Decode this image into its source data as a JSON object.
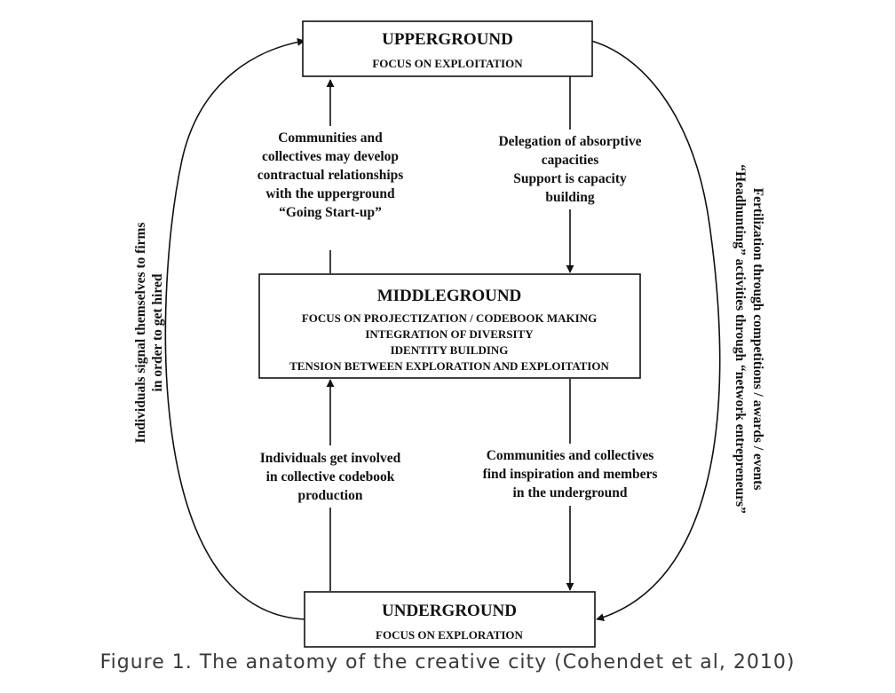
{
  "upperground": {
    "title": "UPPERGROUND",
    "subtitle": "FOCUS ON EXPLOITATION"
  },
  "middleground": {
    "title": "MIDDLEGROUND",
    "lines": [
      "FOCUS ON PROJECTIZATION / CODEBOOK MAKING",
      "INTEGRATION OF DIVERSITY",
      "IDENTITY BUILDING",
      "TENSION BETWEEN EXPLORATION AND EXPLOITATION"
    ]
  },
  "underground": {
    "title": "UNDERGROUND",
    "subtitle": "FOCUS ON EXPLORATION"
  },
  "arrows": {
    "middle_to_upper": [
      "Communities and",
      "collectives may develop",
      "contractual relationships",
      "with the upperground",
      "“Going Start-up”"
    ],
    "upper_to_middle": [
      "Delegation of absorptive",
      "capacities",
      "Support is capacity",
      "building"
    ],
    "under_to_middle": [
      "Individuals get involved",
      "in collective codebook",
      "production"
    ],
    "middle_to_under": [
      "Communities and collectives",
      "find inspiration and members",
      "in the underground"
    ],
    "left_loop": [
      "Individuals signal themselves to firms",
      "in order to get hired"
    ],
    "right_loop": [
      "Fertilization through competitions / awards / events",
      "“Headhunting” activities through “network entrepreneurs”"
    ]
  },
  "caption": "Figure 1. The anatomy of the creative city (Cohendet et al, 2010)"
}
